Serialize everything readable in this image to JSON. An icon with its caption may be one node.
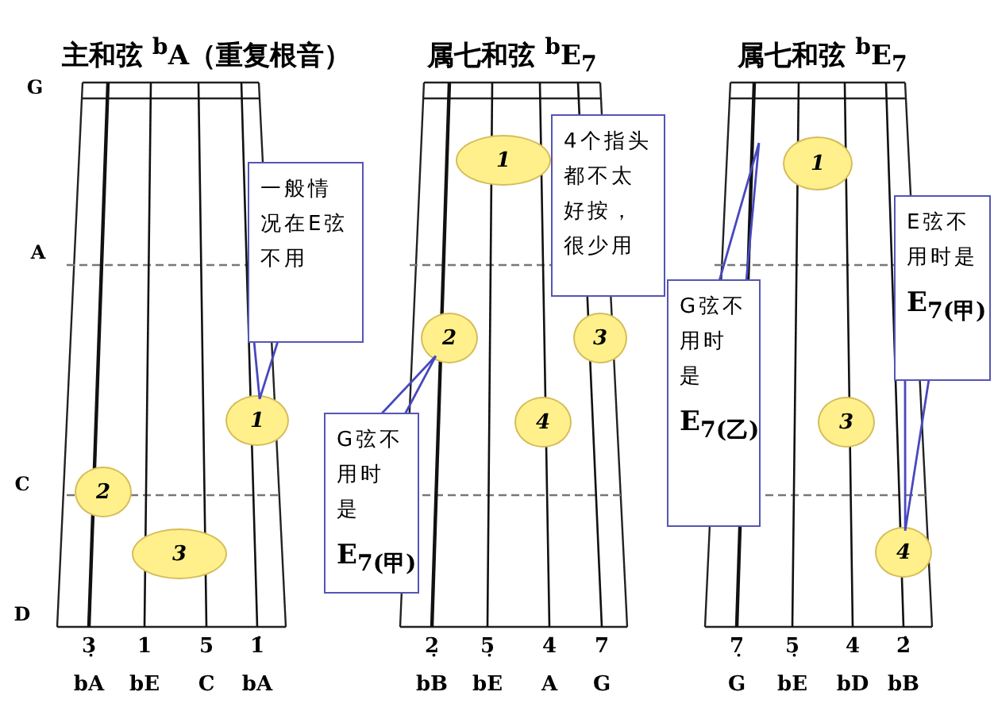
{
  "diagram": {
    "nodes": [
      {
        "text": [
          "主和弦 $^{b}$A（重复根音）"
        ]
      },
      {
        "text": [
          "1"
        ],
        "in": 0
      },
      {
        "text": [
          "2"
        ],
        "in": 0
      },
      {
        "text": [
          "3"
        ],
        "in": 0
      },
      {
        "text": [
          "一般情况在E弦不用"
        ]
      },
      {
        "text": [
          "属七和弦 $^{b}$E$_{7}$"
        ]
      },
      {
        "text": [
          "1"
        ],
        "in": 5
      },
      {
        "text": [
          "2"
        ],
        "in": 5
      },
      {
        "text": [
          "3"
        ],
        "in": 5
      },
      {
        "text": [
          "4"
        ],
        "in": 5
      },
      {
        "text": [
          "4个指头都不太好按，很少用"
        ]
      },
      {
        "text": [
          "G弦不用时是",
          "E$_{7(甲)}$"
        ]
      },
      {
        "text": [
          "属七和弦 $^{b}$E$_{7}$"
        ]
      },
      {
        "text": [
          "1"
        ],
        "in": 12
      },
      {
        "text": [
          "3"
        ],
        "in": 12
      },
      {
        "text": [
          "4"
        ],
        "in": 12
      },
      {
        "text": [
          "G弦不用时是",
          "E$_{7(乙)}$"
        ]
      },
      {
        "text": [
          "E弦不用时是",
          "E$_{7(甲)}$"
        ]
      }
    ],
    "edges": [
      {
        "from": 4,
        "to": 1,
        "arrow": "none"
      },
      {
        "from": 11,
        "to": 7,
        "arrow": "none"
      },
      {
        "from": 16,
        "to": null,
        "arrow": "none"
      },
      {
        "from": 17,
        "to": 15,
        "arrow": "none"
      }
    ],
    "labels": [
      "G",
      "A",
      "C",
      "D",
      "3̣",
      "1",
      "5",
      "1̇",
      "2̣",
      "5̣",
      "4",
      "7",
      "7̣",
      "5̣",
      "4",
      "2̇",
      "bA",
      "bE",
      "C",
      "bA",
      "bB",
      "bE",
      "A",
      "G",
      "G",
      "bE",
      "bD",
      "bB"
    ]
  }
}
